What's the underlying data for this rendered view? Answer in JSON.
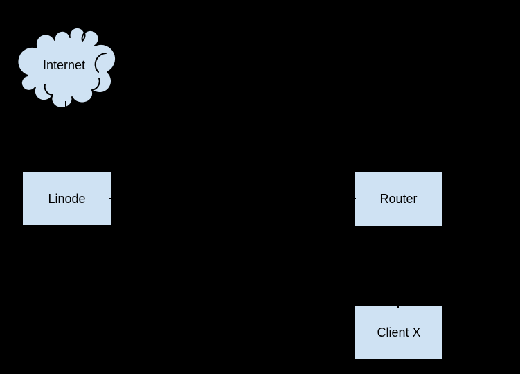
{
  "diagram": {
    "background_color": "#000000",
    "node_fill_color": "#cfe2f3",
    "node_border_color": "#000000",
    "text_color": "#000000",
    "nodes": {
      "internet": {
        "label": "Internet",
        "shape": "cloud"
      },
      "linode": {
        "label": "Linode",
        "shape": "rectangle"
      },
      "router": {
        "label": "Router",
        "shape": "rectangle"
      },
      "client_x": {
        "label": "Client X",
        "shape": "rectangle"
      }
    },
    "edges": [
      {
        "from": "internet",
        "to": "linode"
      },
      {
        "from": "linode",
        "to": "router"
      },
      {
        "from": "router",
        "to": "client_x"
      }
    ]
  }
}
